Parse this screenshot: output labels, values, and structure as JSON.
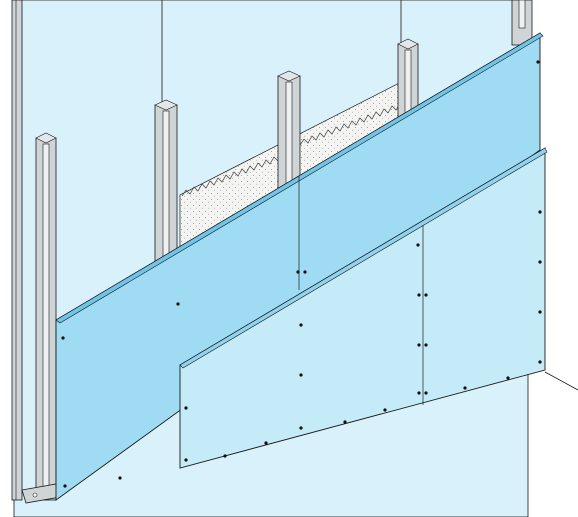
{
  "diagram": {
    "subject": "drywall-partition-cutaway",
    "layers": [
      {
        "id": "back-wall-board",
        "color": "#d9f1fb"
      },
      {
        "id": "metal-studs",
        "color": "#cfd4d6"
      },
      {
        "id": "insulation",
        "color": "#f4f4f2"
      },
      {
        "id": "first-board-layer",
        "color": "#9fdcf3"
      },
      {
        "id": "second-board-layer",
        "color": "#c5ebf9"
      }
    ],
    "stroke_color": "#1a1a1a",
    "screw_color": "#111111"
  }
}
